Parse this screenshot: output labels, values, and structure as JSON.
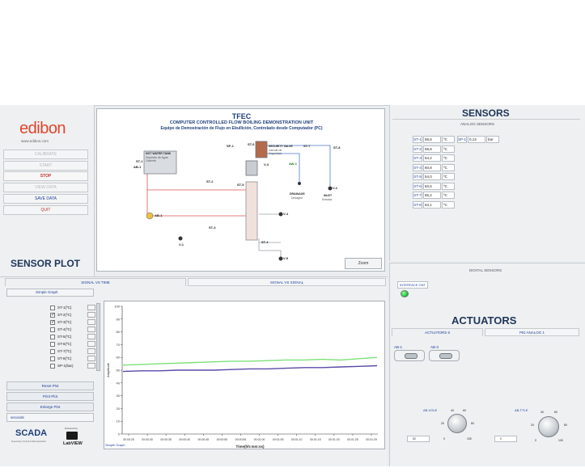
{
  "left_panel": {
    "logo_text": "edibon",
    "website": "www.edibon.com",
    "buttons": {
      "calibrate": "CALIBRATE",
      "start": "START",
      "stop": "STOP",
      "view_data": "VIEW DATA",
      "save_data": "SAVE DATA",
      "quit": "QUIT"
    },
    "sensor_plot_title": "SENSOR PLOT"
  },
  "diagram": {
    "title": "TFEC",
    "subtitle": "COMPUTER CONTROLLED FLOW BOILING DEMONSTRATION UNIT",
    "subtitle2": "Equipo de Demostración de Flujo en Ebullición, Controlado desde Computador (PC)",
    "hot_water_tank": "HOT WATER TANK",
    "deposito": "Depósito de Agua Caliente",
    "security_valve": "SECURITY VALVE",
    "valvula": "Válvula de Seguridad",
    "drainage": "DRAINAGE",
    "desague": "Desagüe",
    "inlet": "INLET",
    "entrada": "Entrada",
    "labels": {
      "st1": "ST-1",
      "ab1a": "AB-1",
      "st2": "ST-2",
      "st3": "ST-3",
      "st4": "ST-4",
      "st5": "ST-5",
      "st6": "ST-6",
      "st7": "ST-7",
      "st8": "ST-8",
      "sp1": "SP-1",
      "v1": "V-1",
      "v2": "V-2",
      "v3": "V-3",
      "v4": "V-4",
      "v5": "V-5",
      "aw1": "AW-1",
      "ab1b": "AB-1"
    },
    "zoom": "Zoom"
  },
  "sensors": {
    "title": "SENSORS",
    "analog_title": "ANALOG SENSORS",
    "rows": [
      {
        "label": "ST-1",
        "value": "59,6",
        "unit": "ºC"
      },
      {
        "label": "ST-2",
        "value": "59,8",
        "unit": "ºC"
      },
      {
        "label": "ST-3",
        "value": "54,2",
        "unit": "ºC"
      },
      {
        "label": "ST-4",
        "value": "60,8",
        "unit": "ºC"
      },
      {
        "label": "ST-5",
        "value": "54,0",
        "unit": "ºC"
      },
      {
        "label": "ST-6",
        "value": "60,6",
        "unit": "ºC"
      },
      {
        "label": "ST-7",
        "value": "55,2",
        "unit": "ºC"
      },
      {
        "label": "ST-8",
        "value": "63,1",
        "unit": "ºC"
      }
    ],
    "sp1": {
      "label": "SP-1",
      "value": "0,13",
      "unit": "bar"
    }
  },
  "digital": {
    "title": "DIGITAL SENSORS",
    "interface_ont": "INTERFACE ONT"
  },
  "actuators": {
    "title": "ACTUATORS",
    "tab1": "ACTUATORS 6",
    "tab2": "PID ANALOG 1",
    "ab1": "AB-1",
    "ab3": "AB-3",
    "ab_vol": "AB-VOLE",
    "ab_ttle": "AB-TTLE",
    "knob1_ticks": {
      "t0": "0",
      "t20": "20",
      "t40": "40",
      "t60": "60",
      "t80": "80",
      "t100": "100"
    },
    "knob2_ticks": {
      "t0": "0",
      "t20": "20",
      "t40": "40",
      "t60": "60",
      "t80": "80",
      "t100": "100"
    },
    "slider1_val": "52",
    "slider2_val": "0"
  },
  "graph_tabs": {
    "tab1": "SIGNAL VS TIME",
    "tab2": "SIGNAL VS SIGNAL"
  },
  "graph_controls": {
    "mode": "Simple Graph",
    "checks": [
      {
        "label": "ST-1(ºC)",
        "checked": false
      },
      {
        "label": "ST-2(ºC)",
        "checked": true
      },
      {
        "label": "ST-3(ºC)",
        "checked": true
      },
      {
        "label": "ST-4(ºC)",
        "checked": false
      },
      {
        "label": "ST-5(ºC)",
        "checked": false
      },
      {
        "label": "ST-6(ºC)",
        "checked": false
      },
      {
        "label": "ST-7(ºC)",
        "checked": false
      },
      {
        "label": "ST-8(ºC)",
        "checked": false
      },
      {
        "label": "SP-1(bar)",
        "checked": false
      }
    ],
    "reset_plot": "Reset Plot",
    "print_plot": "Print Plot",
    "enlarge_plot": "Enlarge Plot",
    "seconds": "seconds"
  },
  "footer": {
    "scada": "SCADA",
    "scada_sub": "Supervisory Control & Data Acquisition",
    "powered_by": "Powered by",
    "labview": "LabVIEW",
    "simple_graph": "Simple Graph"
  },
  "chart_data": {
    "type": "line",
    "xlabel": "Time(hh:mm:ss)",
    "ylabel": "Amplitude",
    "ylim": [
      0,
      100
    ],
    "yticks": [
      0,
      10,
      20,
      30,
      40,
      50,
      60,
      70,
      80,
      90,
      100
    ],
    "x_ticks": [
      "00:00:25",
      "00:00:30",
      "00:00:35",
      "00:00:40",
      "00:00:45",
      "00:00:50",
      "00:00:55",
      "00:01:00",
      "00:01:05",
      "00:01:10",
      "00:01:15",
      "00:01:20",
      "00:01:25",
      "00:01:29"
    ],
    "series": [
      {
        "color": "#7de07a",
        "values": [
          54,
          54.5,
          55,
          55.5,
          56,
          56.5,
          57,
          57,
          57.5,
          58,
          58,
          58.5,
          58,
          59,
          60
        ]
      },
      {
        "color": "#5a4aa8",
        "values": [
          49,
          49.5,
          49.5,
          50,
          50,
          50,
          50.5,
          51,
          51,
          51.5,
          52,
          52,
          52.5,
          53,
          53.5
        ]
      }
    ],
    "grid": false
  },
  "colors": {
    "accent": "#1f3558",
    "stop_red": "#c43232",
    "green_led": "#22cc44"
  }
}
